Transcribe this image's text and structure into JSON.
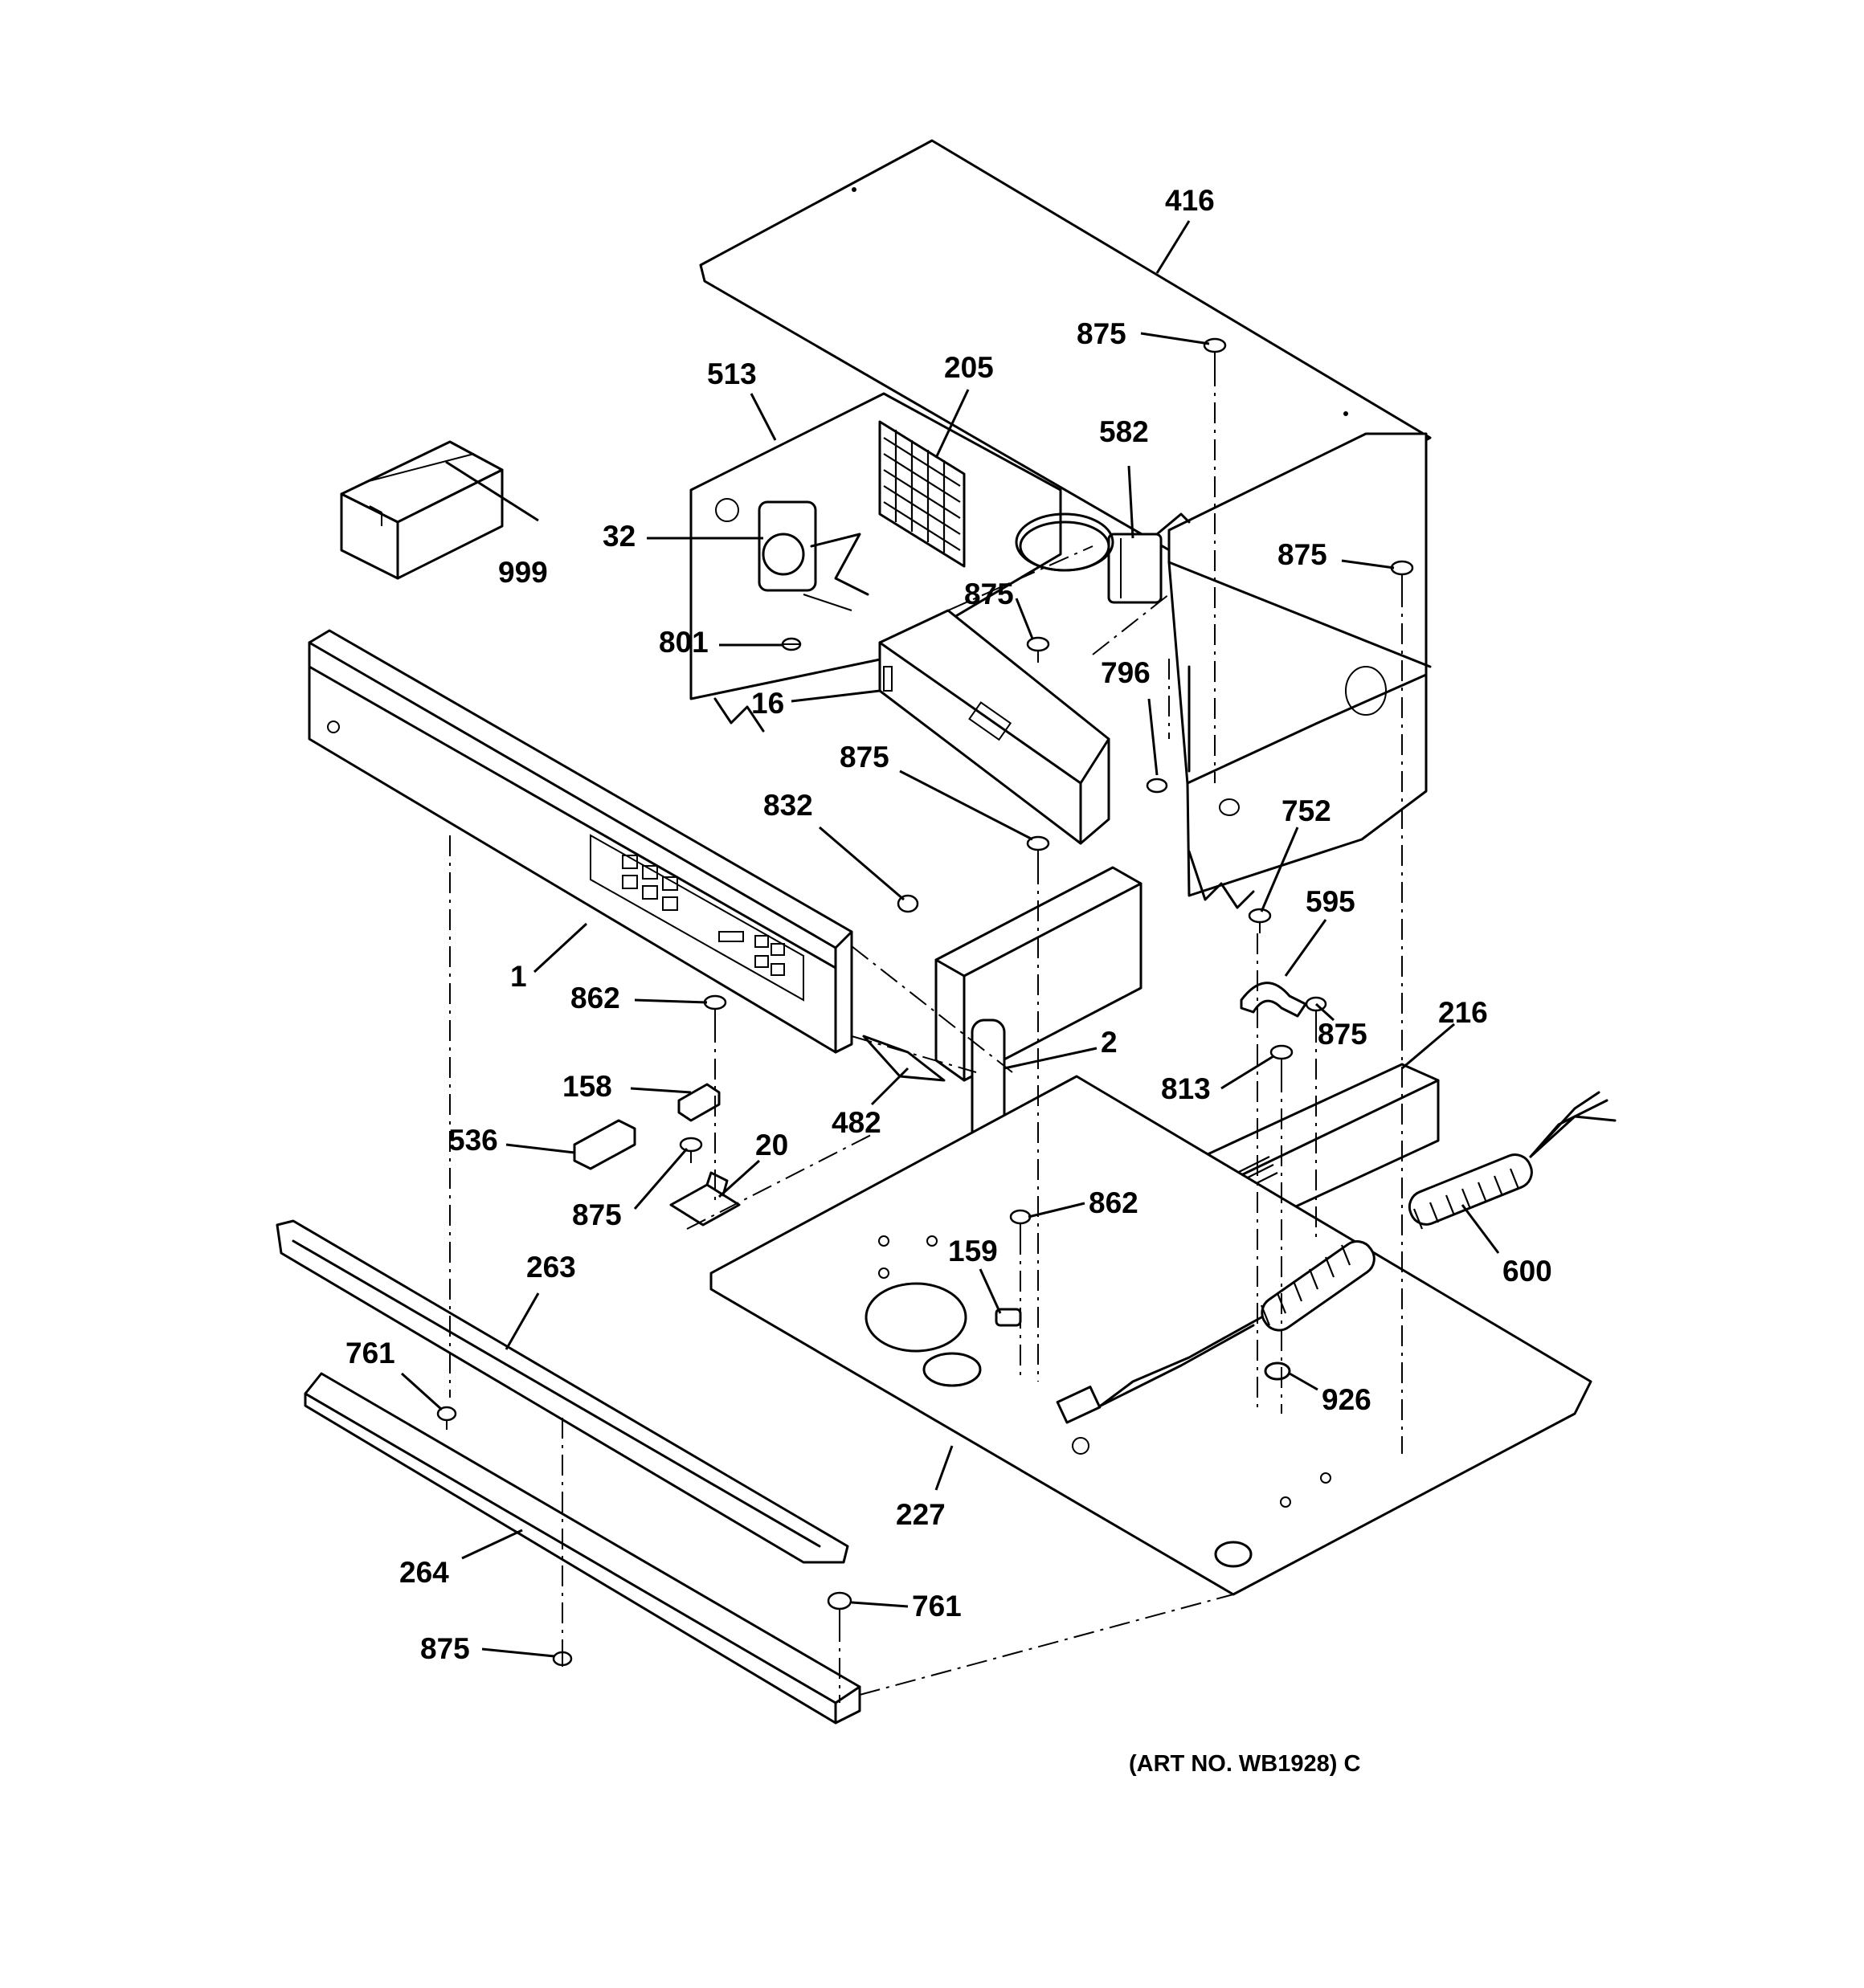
{
  "callouts": {
    "c416": "416",
    "c875_top": "875",
    "c513": "513",
    "c205": "205",
    "c582": "582",
    "c32": "32",
    "c999": "999",
    "c875_right": "875",
    "c875_mid": "875",
    "c801": "801",
    "c16": "16",
    "c796": "796",
    "c875_center": "875",
    "c832": "832",
    "c752": "752",
    "c1": "1",
    "c595": "595",
    "c862_top": "862",
    "c875_595": "875",
    "c216": "216",
    "c2": "2",
    "c813": "813",
    "c158": "158",
    "c482": "482",
    "c536": "536",
    "c20": "20",
    "c875_left": "875",
    "c862_mid": "862",
    "c600": "600",
    "c263": "263",
    "c159": "159",
    "c761_left": "761",
    "c926": "926",
    "c227": "227",
    "c264": "264",
    "c761_bottom": "761",
    "c875_bottom": "875"
  },
  "art_number": "(ART NO. WB1928) C"
}
